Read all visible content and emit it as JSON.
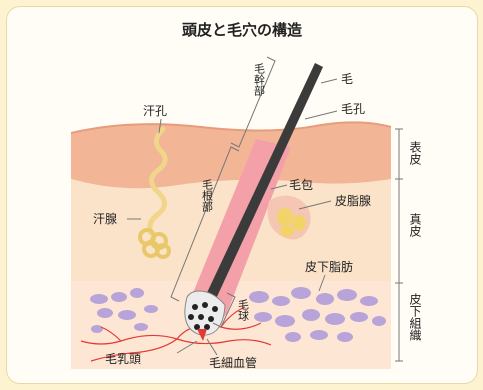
{
  "title": "頭皮と毛穴の構造",
  "labels": {
    "hair": "毛",
    "pore": "毛孔",
    "sweat_pore": "汗孔",
    "sweat_gland": "汗腺",
    "follicle": "毛包",
    "sebaceous_gland": "皮脂腺",
    "subcutaneous_fat": "皮下脂肪",
    "papilla": "毛乳頭",
    "capillary": "毛細血管",
    "hair_shaft": "毛幹部",
    "hair_root": "毛根部",
    "hair_bulb": "毛球"
  },
  "layers": {
    "epidermis": "表皮",
    "dermis": "真皮",
    "subcutis": "皮下組織"
  },
  "colors": {
    "epidermis": "#f2b596",
    "dermis": "#fbe3c9",
    "subcutis": "#fde7d4",
    "fat_cell": "#b8a4d8",
    "hair": "#3b3b3b",
    "follicle": "#f4a0a8",
    "sebum": "#f2d36a",
    "vessel": "#e23a33"
  }
}
